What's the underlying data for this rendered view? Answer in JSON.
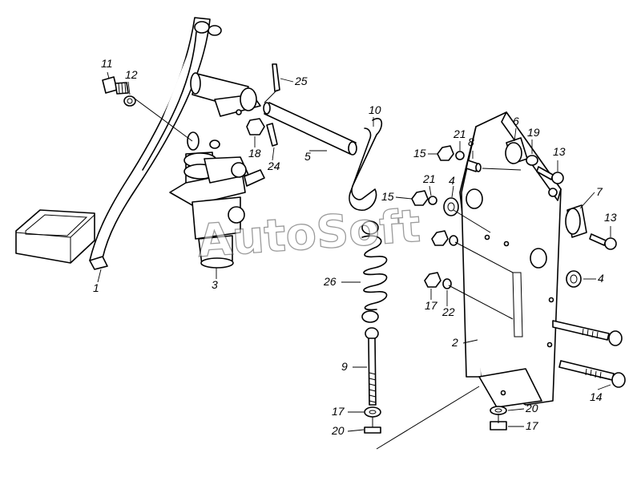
{
  "diagram": {
    "watermark": "AutoSoft",
    "callouts": [
      "1",
      "2",
      "3",
      "4",
      "4",
      "5",
      "6",
      "7",
      "8",
      "9",
      "10",
      "11",
      "12",
      "13",
      "13",
      "14",
      "15",
      "15",
      "17",
      "17",
      "17",
      "18",
      "19",
      "20",
      "20",
      "21",
      "21",
      "22",
      "24",
      "25",
      "26"
    ]
  },
  "colors": {
    "ink": "#000000",
    "paper": "#ffffff",
    "watermark_outline": "#4a4a4a"
  }
}
